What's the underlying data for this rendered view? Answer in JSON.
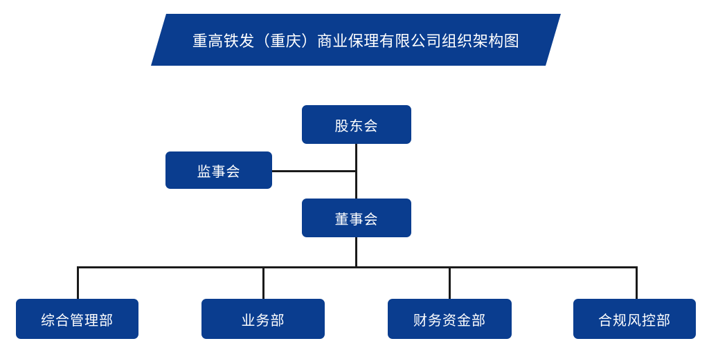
{
  "chart_data": {
    "type": "diagram",
    "diagram_type": "organizational-chart",
    "title": "重高铁发（重庆）商业保理有限公司组织架构图",
    "orientation": "top-down",
    "theme": {
      "node_fill": "#0A3D8F",
      "node_text": "#FFFFFF",
      "connector": "#1A1A1A",
      "background": "#FFFFFF",
      "banner_fill": "#0A3D8F"
    },
    "nodes": [
      {
        "id": "shareholders",
        "label": "股东会",
        "level": 1
      },
      {
        "id": "supervisors",
        "label": "监事会",
        "level": 2
      },
      {
        "id": "board",
        "label": "董事会",
        "level": 2
      },
      {
        "id": "dept_admin",
        "label": "综合管理部",
        "level": 3
      },
      {
        "id": "dept_business",
        "label": "业务部",
        "level": 3
      },
      {
        "id": "dept_finance",
        "label": "财务资金部",
        "level": 3
      },
      {
        "id": "dept_compliance",
        "label": "合规风控部",
        "level": 3
      }
    ],
    "edges": [
      {
        "from": "shareholders",
        "to": "board"
      },
      {
        "from": "shareholders",
        "to": "supervisors"
      },
      {
        "from": "board",
        "to": "dept_admin"
      },
      {
        "from": "board",
        "to": "dept_business"
      },
      {
        "from": "board",
        "to": "dept_finance"
      },
      {
        "from": "board",
        "to": "dept_compliance"
      }
    ]
  },
  "banner": {
    "title": "重高铁发（重庆）商业保理有限公司组织架构图"
  },
  "nodes": {
    "shareholders": "股东会",
    "supervisors": "监事会",
    "board": "董事会"
  },
  "departments": [
    {
      "label": "综合管理部"
    },
    {
      "label": "业务部"
    },
    {
      "label": "财务资金部"
    },
    {
      "label": "合规风控部"
    }
  ]
}
